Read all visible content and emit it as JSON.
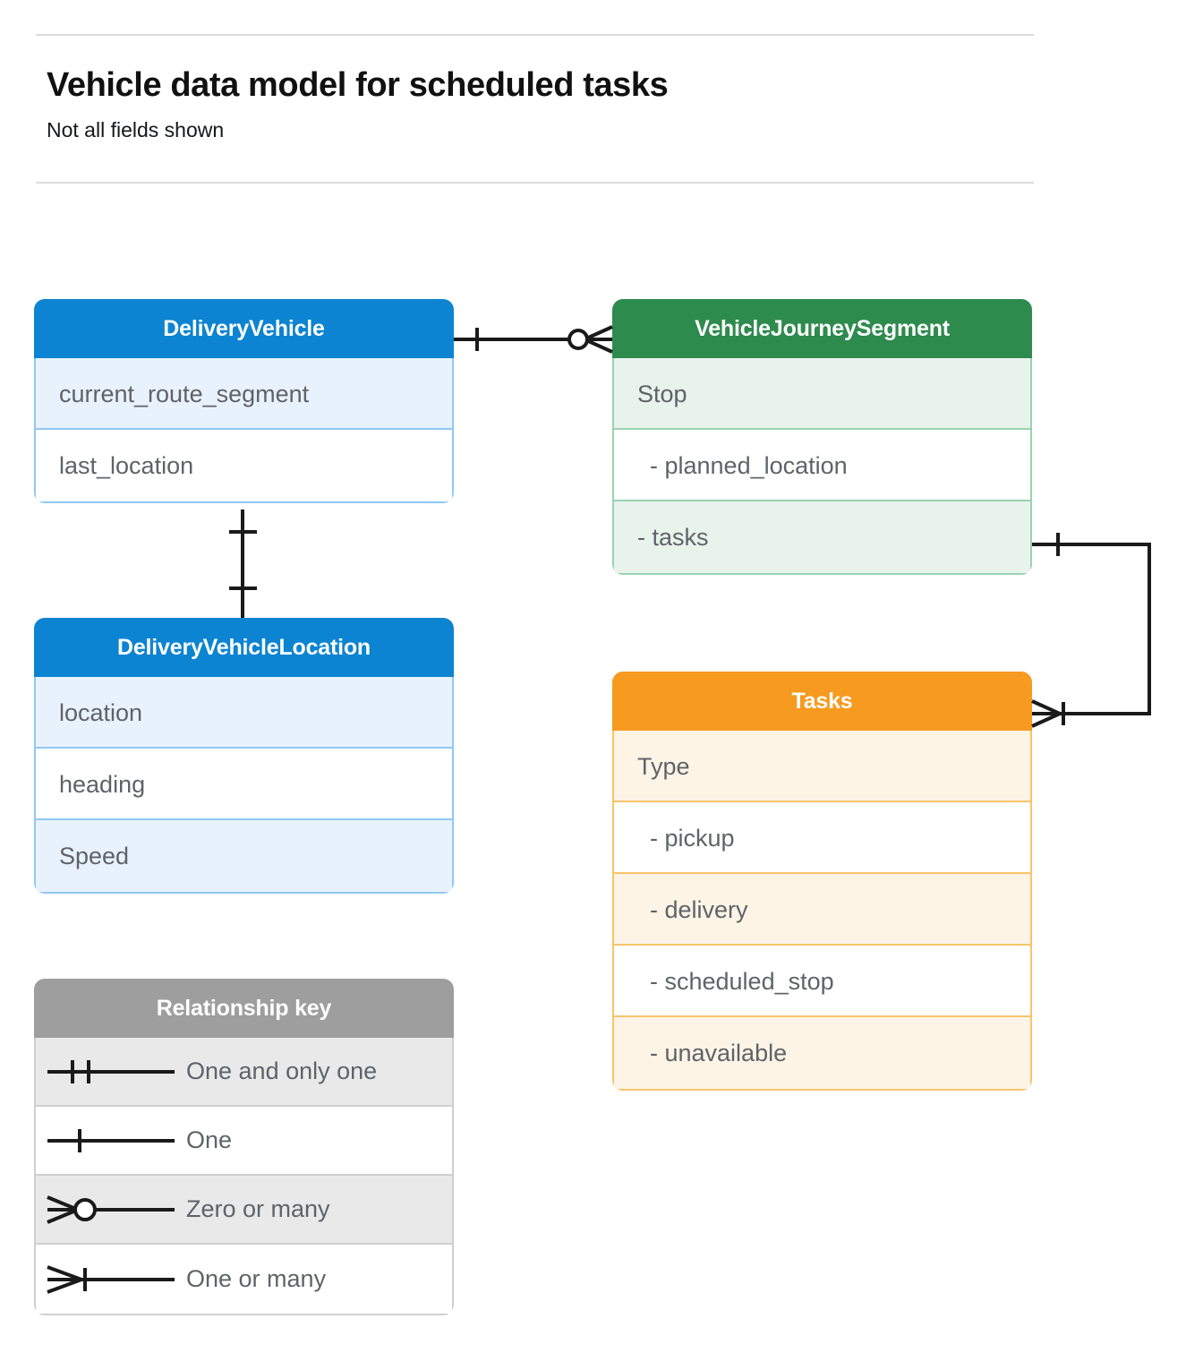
{
  "header": {
    "title": "Vehicle data model for scheduled tasks",
    "subtitle": "Not all fields shown"
  },
  "colors": {
    "blue_header": "#0c84d1",
    "blue_row": "#e8f2fd",
    "blue_border": "#90c8f3",
    "green_header": "#2e8b4e",
    "green_row": "#e8f3ec",
    "green_border": "#9ad3ae",
    "orange_header": "#f79a20",
    "orange_row": "#fdf4e6",
    "orange_border": "#f8c46a",
    "grey_header": "#9e9e9e",
    "grey_row": "#e9e9e9",
    "grey_border": "#cfcfcf",
    "connector": "#1a1a1a",
    "rule": "#dadce0",
    "field_text": "#5f6368"
  },
  "entities": [
    {
      "id": "DeliveryVehicle",
      "title": "DeliveryVehicle",
      "theme": "blue",
      "fields": [
        {
          "label": "current_route_segment",
          "sub": false
        },
        {
          "label": "last_location",
          "sub": false
        }
      ]
    },
    {
      "id": "DeliveryVehicleLocation",
      "title": "DeliveryVehicleLocation",
      "theme": "blue",
      "fields": [
        {
          "label": "location",
          "sub": false
        },
        {
          "label": "heading",
          "sub": false
        },
        {
          "label": "Speed",
          "sub": false
        }
      ]
    },
    {
      "id": "VehicleJourneySegment",
      "title": "VehicleJourneySegment",
      "theme": "green",
      "fields": [
        {
          "label": "Stop",
          "sub": false
        },
        {
          "label": "-  planned_location",
          "sub": true
        },
        {
          "label": "- tasks",
          "sub": false
        }
      ]
    },
    {
      "id": "Tasks",
      "title": "Tasks",
      "theme": "orange",
      "fields": [
        {
          "label": "Type",
          "sub": false
        },
        {
          "label": "-  pickup",
          "sub": true
        },
        {
          "label": "-  delivery",
          "sub": true
        },
        {
          "label": "-  scheduled_stop",
          "sub": true
        },
        {
          "label": "-  unavailable",
          "sub": true
        }
      ]
    }
  ],
  "legend": {
    "title": "Relationship key",
    "items": [
      {
        "label": "One and only one",
        "symbol": "one-and-only-one-symbol"
      },
      {
        "label": "One",
        "symbol": "one-symbol"
      },
      {
        "label": "Zero or many",
        "symbol": "zero-or-many-symbol"
      },
      {
        "label": "One or many",
        "symbol": "one-or-many-symbol"
      }
    ]
  },
  "relationships": [
    {
      "id": "deliveryvehicle-to-vehiclejourneysegment",
      "from": "DeliveryVehicle",
      "to": "VehicleJourneySegment",
      "from_cardinality": "One",
      "to_cardinality": "Zero or many"
    },
    {
      "id": "deliveryvehicle-to-deliveryvehiclelocation",
      "from": "DeliveryVehicle",
      "to": "DeliveryVehicleLocation",
      "from_cardinality": "One",
      "to_cardinality": "One"
    },
    {
      "id": "vehiclejourneysegment-tasks-to-tasks",
      "from": "VehicleJourneySegment",
      "to": "Tasks",
      "from_cardinality": "One",
      "to_cardinality": "One or many"
    }
  ]
}
